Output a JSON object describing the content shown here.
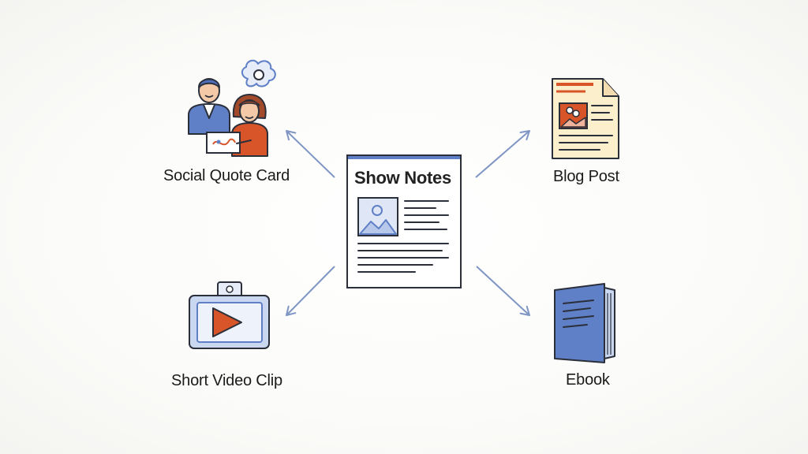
{
  "center": {
    "title": "Show Notes",
    "icon": "document-with-image-icon"
  },
  "nodes": [
    {
      "label": "Social Quote Card",
      "icon": "people-presentation-icon"
    },
    {
      "label": "Blog Post",
      "icon": "blog-page-icon"
    },
    {
      "label": "Short Video Clip",
      "icon": "video-player-icon"
    },
    {
      "label": "Ebook",
      "icon": "book-icon"
    }
  ],
  "colors": {
    "arrow": "#7f95c4",
    "outline": "#2b2f3a",
    "accent_blue": "#5f7fc6",
    "accent_orange": "#d8552a",
    "paper": "#fbefcc"
  }
}
